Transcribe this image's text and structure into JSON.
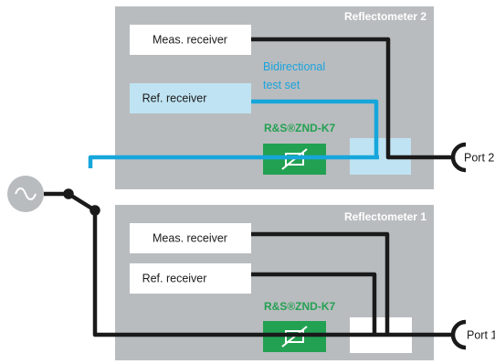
{
  "reflectometer_2": {
    "title": "Reflectometer 2",
    "meas_receiver": "Meas. receiver",
    "ref_receiver": "Ref. receiver",
    "test_set_line1": "Bidirectional",
    "test_set_line2": "test set",
    "option_label": "R&S®ZND-K7",
    "port": "Port 2"
  },
  "reflectometer_1": {
    "title": "Reflectometer 1",
    "meas_receiver": "Meas. receiver",
    "ref_receiver": "Ref. receiver",
    "option_label": "R&S®ZND-K7",
    "port": "Port 1"
  },
  "colors": {
    "panel": "#b9bcbf",
    "signal_path": "#16a6dc",
    "receiver_line": "#1a1a1a",
    "option": "#23a152",
    "ref_receiver_fill_active": "#bfe3f2"
  }
}
